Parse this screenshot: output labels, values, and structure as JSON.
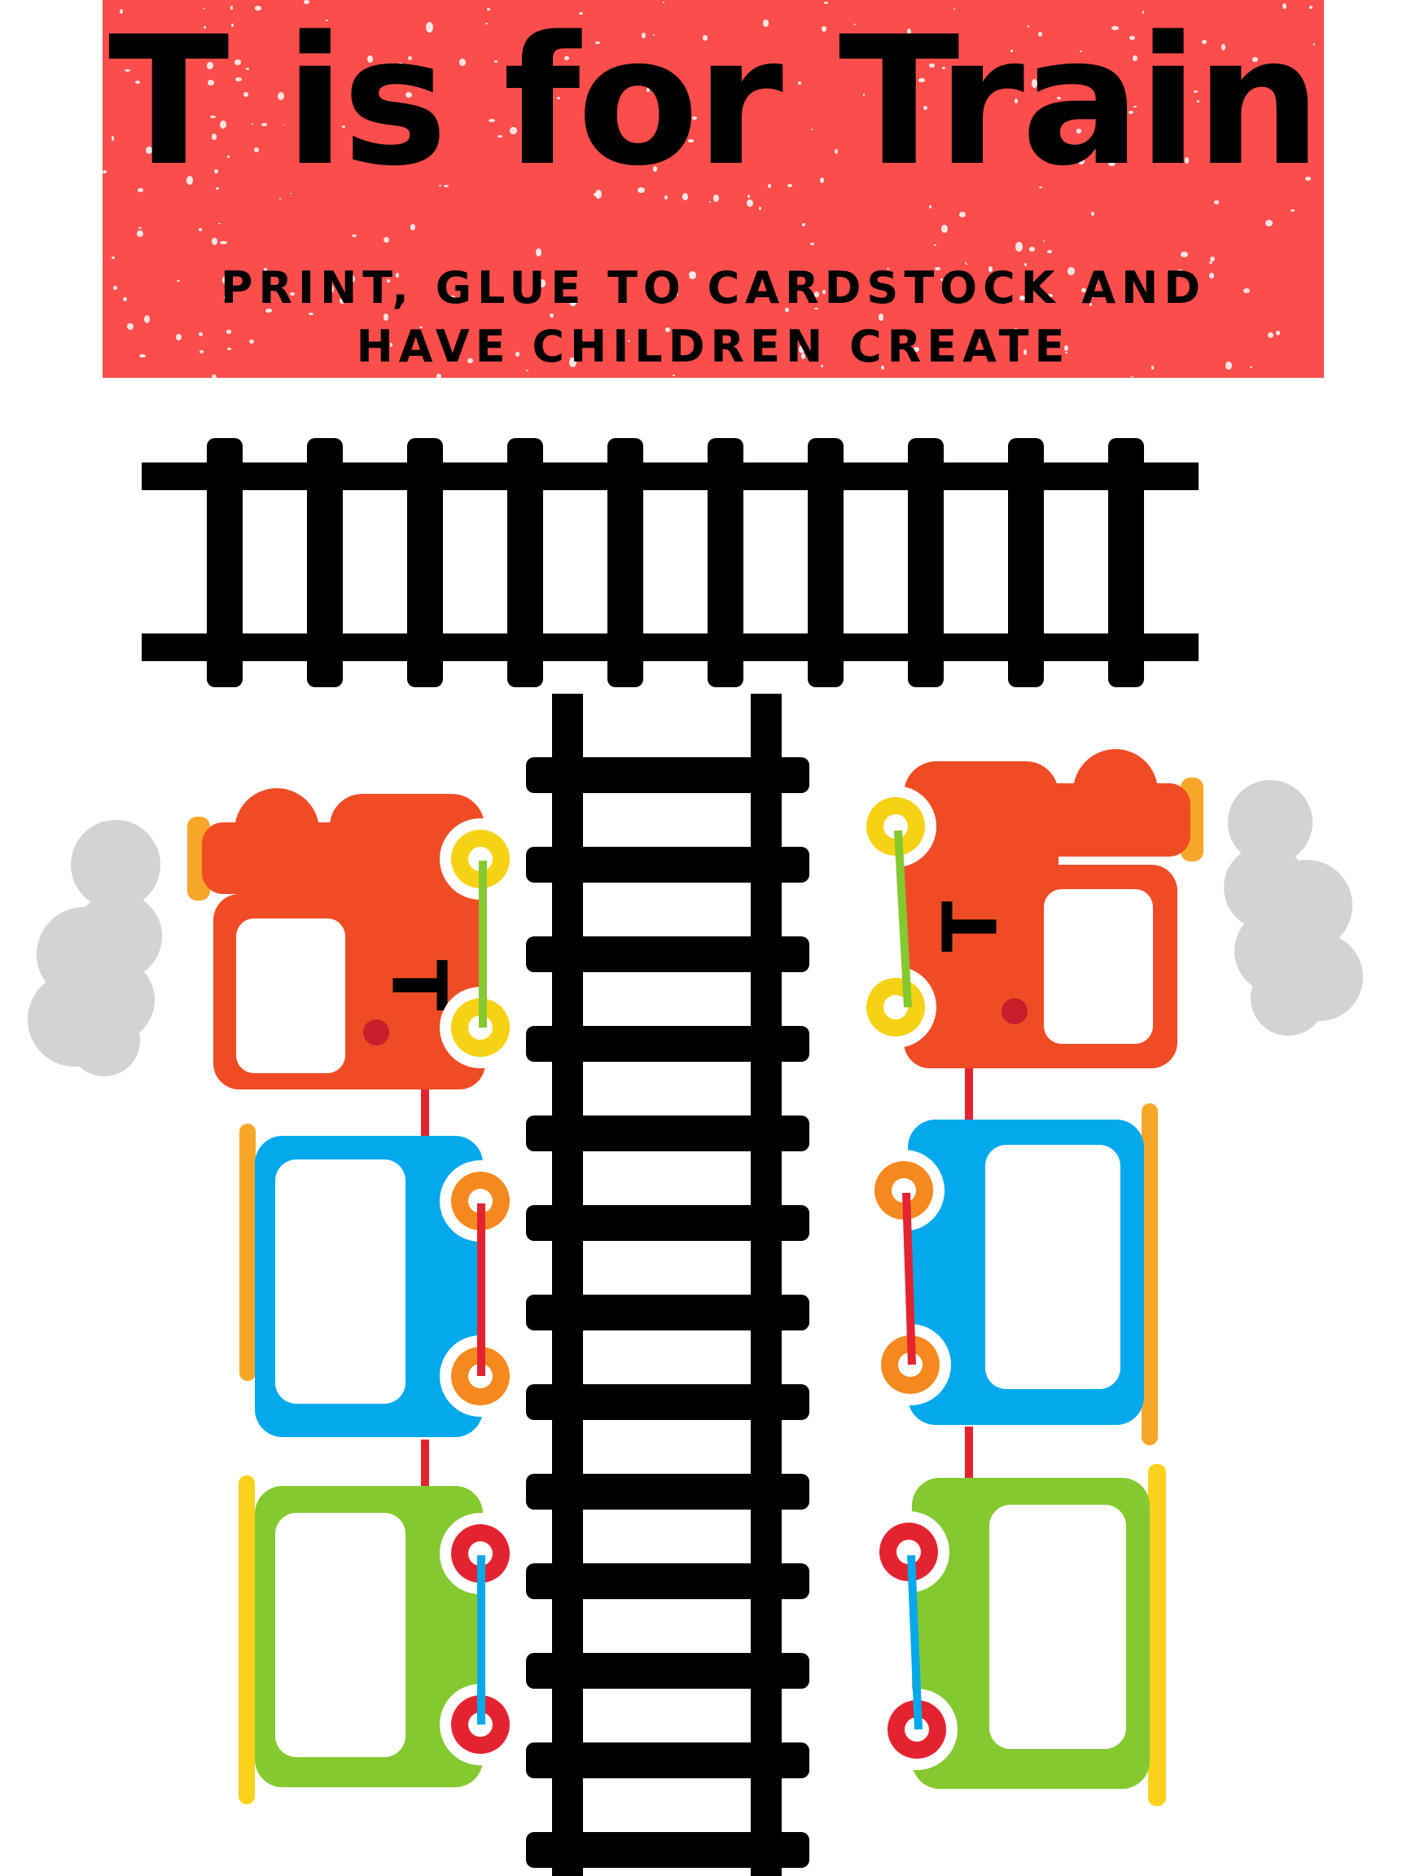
{
  "header": {
    "title": "T is for Train",
    "subtitle_line1": "PRINT, GLUE TO CARDSTOCK AND",
    "subtitle_line2": "HAVE CHILDREN CREATE"
  },
  "colors": {
    "banner": "#fb4e4c",
    "track": "#000000",
    "engine": "#ef4c26",
    "car_blue": "#04a9ec",
    "car_green": "#84c92f",
    "smoke": "#d3d3d3",
    "wheel_yellow": "#f5d213",
    "wheel_orange": "#f5891f",
    "wheel_red": "#e42331",
    "rod_green": "#84c92f",
    "rod_red": "#e42331",
    "rod_blue": "#04a9ec",
    "accent_orange": "#f6a72a",
    "accent_yellow": "#fbd11b",
    "connector": "#e42331"
  },
  "engine_letter": "T",
  "icons": [
    "railroad-track-icon",
    "steam-engine-icon",
    "train-car-icon",
    "smoke-cloud-icon"
  ]
}
